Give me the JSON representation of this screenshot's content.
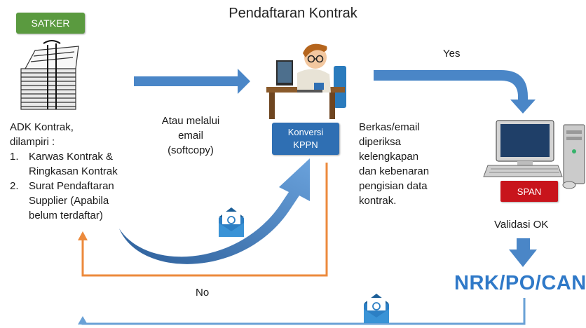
{
  "title": "Pendaftaran Kontrak",
  "satker_label": "SATKER",
  "konversi_label": [
    "Konversi",
    "KPPN"
  ],
  "span_label": "SPAN",
  "adk": {
    "heading": [
      "ADK Kontrak,",
      "dilampiri :"
    ],
    "items": [
      {
        "num": "1.",
        "lines": [
          "Karwas Kontrak &",
          "Ringkasan Kontrak"
        ]
      },
      {
        "num": "2.",
        "lines": [
          "Surat Pendaftaran",
          "Supplier (Apabila",
          "belum terdaftar)"
        ]
      }
    ]
  },
  "email_note": [
    "Atau melalui",
    "email",
    "(softcopy)"
  ],
  "check_note": [
    "Berkas/email",
    "diperiksa",
    "kelengkapan",
    "dan kebenaran",
    "pengisian data",
    "kontrak."
  ],
  "yes_label": "Yes",
  "no_label": "No",
  "validasi_label": "Validasi OK",
  "output_label": "NRK/PO/CAN",
  "colors": {
    "arrow_blue": "#4a86c7",
    "feedback_orange": "#ec8a3c",
    "return_blue": "#6aa1d6",
    "satker_green": "#5a9a3f",
    "kppn_blue": "#2f6fb3",
    "span_red": "#c8141c",
    "output_blue": "#2f79c8"
  },
  "icons": [
    "document-stack-icon",
    "officer-at-computer-icon",
    "email-envelope-icon",
    "email-envelope-icon",
    "workstation-computer-icon"
  ]
}
